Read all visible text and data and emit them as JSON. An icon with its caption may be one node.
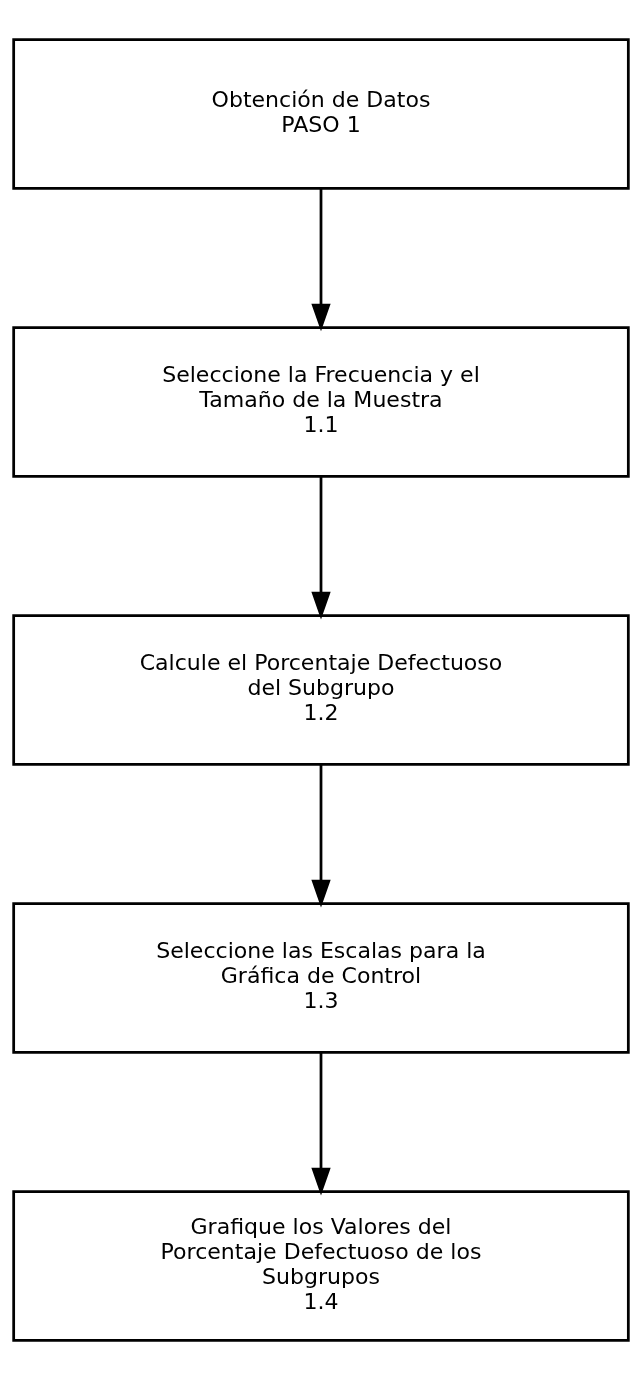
{
  "diagram": {
    "nodes": [
      {
        "text": [
          "Obtención de Datos",
          "PASO 1"
        ]
      },
      {
        "text": [
          "Seleccione la Frecuencia y el Tamaño de la Muestra",
          "1.1"
        ]
      },
      {
        "text": [
          "Calcule el Porcentaje Defectuoso del Subgrupo",
          "1.2"
        ]
      },
      {
        "text": [
          "Seleccione las Escalas para la Gráfica de Control",
          "1.3"
        ]
      },
      {
        "text": [
          "Grafique los Valores del Porcentaje Defectuoso de los Subgrupos",
          "1.4"
        ]
      }
    ],
    "edges": [
      {
        "from": 0,
        "to": 1,
        "arrow": "to"
      },
      {
        "from": 1,
        "to": 2,
        "arrow": "to"
      },
      {
        "from": 2,
        "to": 3,
        "arrow": "to"
      },
      {
        "from": 3,
        "to": 4,
        "arrow": "to"
      }
    ]
  }
}
